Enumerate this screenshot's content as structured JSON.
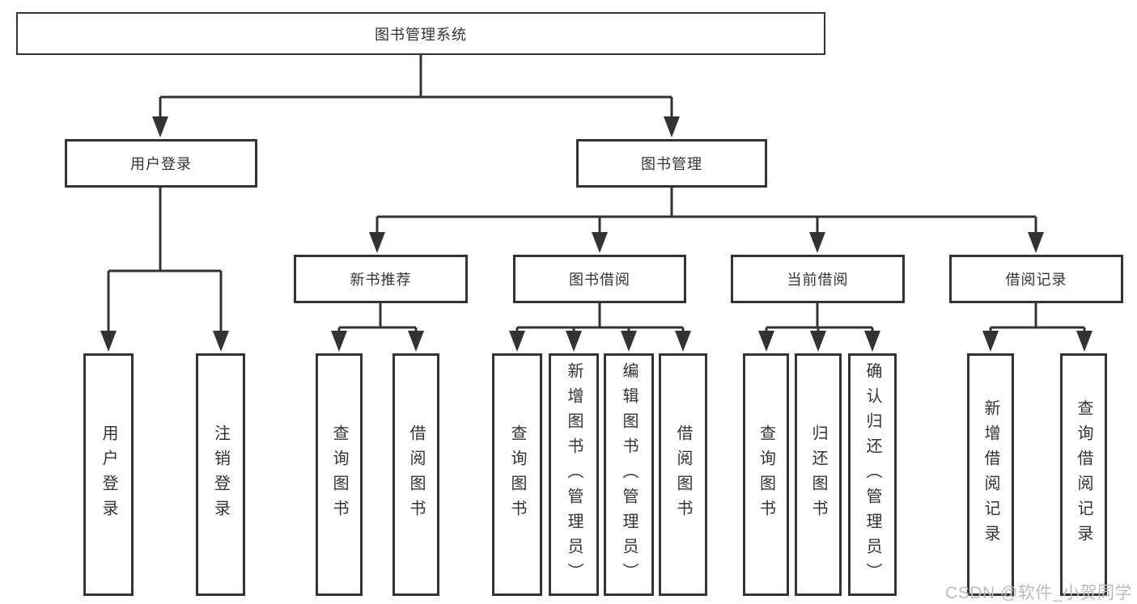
{
  "title": "图书管理系统",
  "tree": {
    "root": {
      "label": "图书管理系统"
    },
    "branches": [
      {
        "label": "用户登录",
        "leaves": [
          "用户登录",
          "注销登录"
        ]
      },
      {
        "label": "图书管理",
        "groups": [
          {
            "label": "新书推荐",
            "leaves": [
              "查询图书",
              "借阅图书"
            ]
          },
          {
            "label": "图书借阅",
            "leaves": [
              "查询图书",
              "新增图书（管理员）",
              "编辑图书（管理员）",
              "借阅图书"
            ]
          },
          {
            "label": "当前借阅",
            "leaves": [
              "查询图书",
              "归还图书",
              "确认归还（管理员）"
            ]
          },
          {
            "label": "借阅记录",
            "leaves": [
              "新增借阅记录",
              "查询借阅记录"
            ]
          }
        ]
      }
    ]
  },
  "watermark": "CSDN @软件_小贺同学",
  "colors": {
    "line_color": "#333333",
    "text_color": "#333333",
    "box_background": "#ffffff",
    "watermark": "#b7bbc2"
  }
}
